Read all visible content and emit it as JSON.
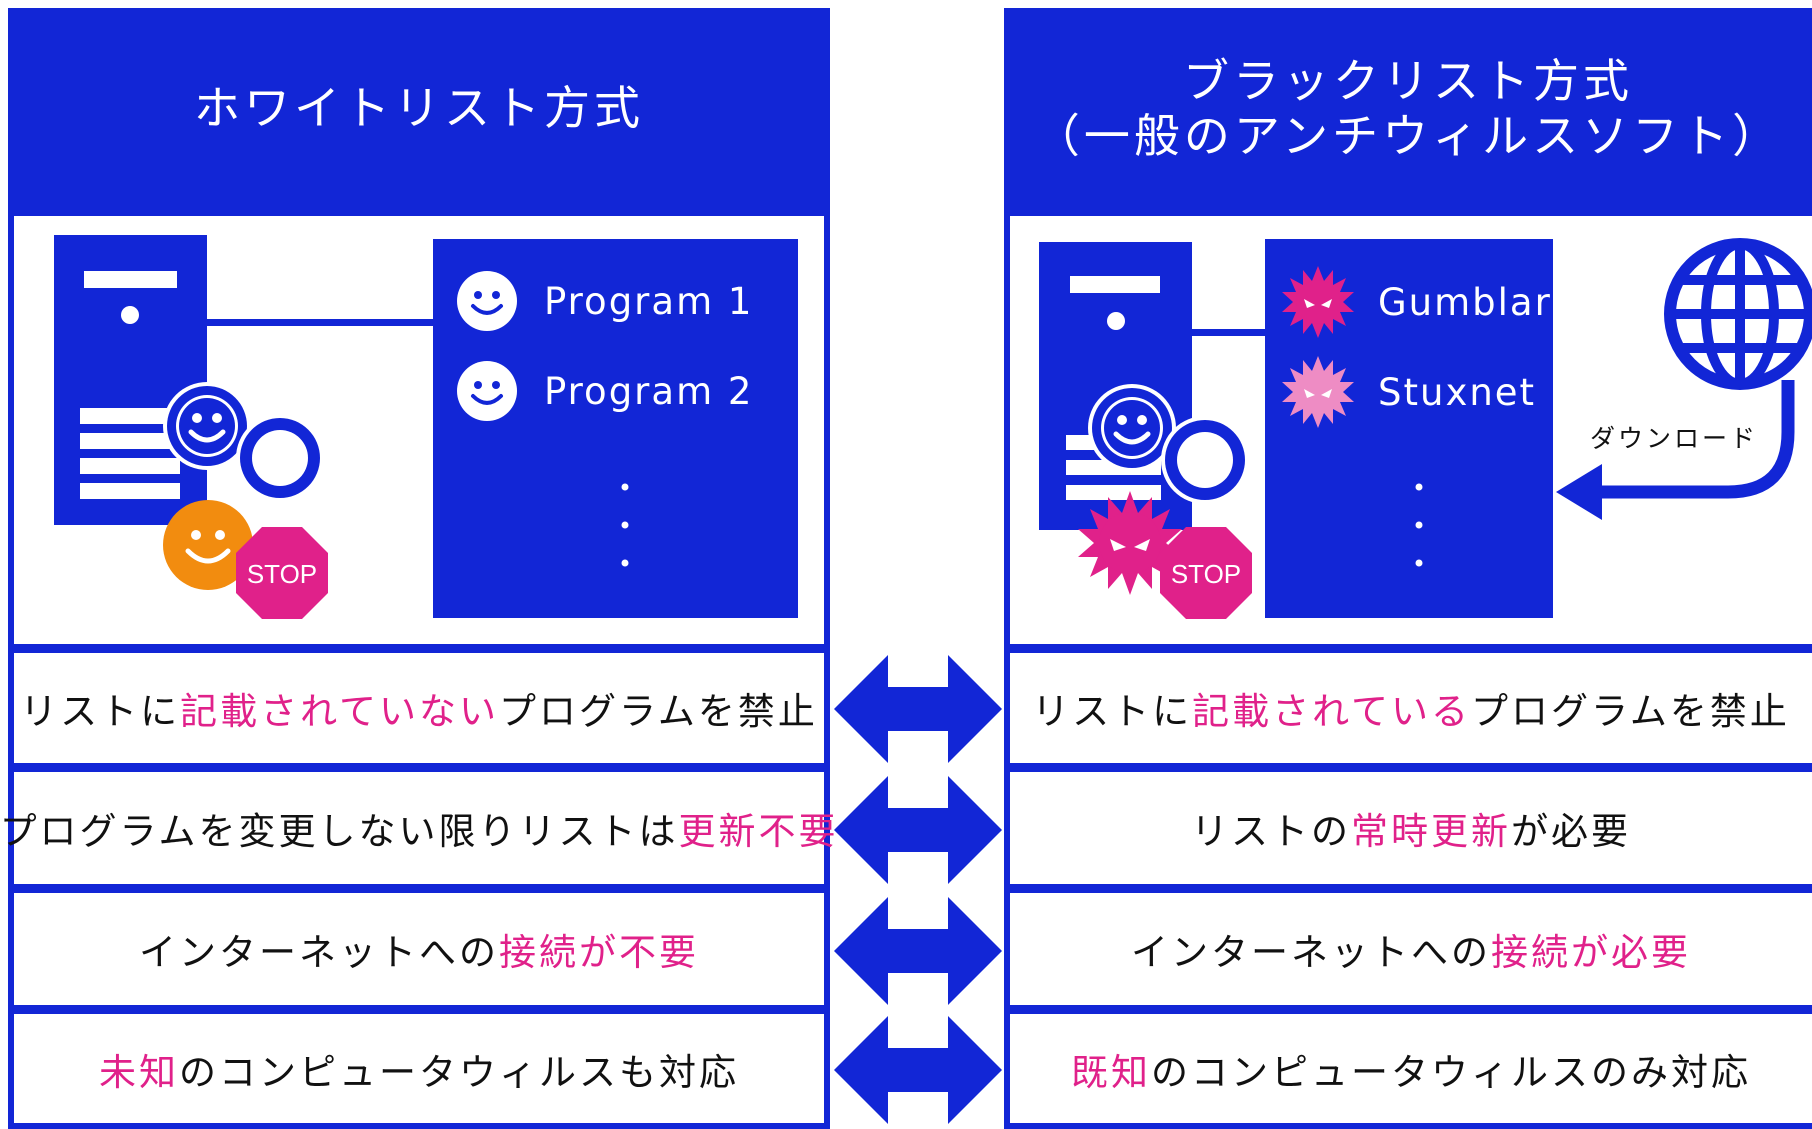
{
  "left": {
    "title": "ホワイトリスト方式",
    "programs": [
      "Program 1",
      "Program 2"
    ],
    "stop": "STOP",
    "rows": [
      {
        "pre": "リストに",
        "hl": "記載されていない",
        "post": "プログラムを禁止"
      },
      {
        "pre": "プログラムを変更しない限りリストは",
        "hl": "更新不要",
        "post": ""
      },
      {
        "pre": "インターネットへの",
        "hl": "接続が不要",
        "post": ""
      },
      {
        "pre": "",
        "hl": "未知",
        "post": "のコンピュータウィルスも対応"
      }
    ]
  },
  "right": {
    "title_line1": "ブラックリスト方式",
    "title_line2": "（一般のアンチウィルスソフト）",
    "programs": [
      "Gumblar",
      "Stuxnet"
    ],
    "stop": "STOP",
    "download": "ダウンロード",
    "rows": [
      {
        "pre": "リストに",
        "hl": "記載されている",
        "post": "プログラムを禁止"
      },
      {
        "pre": "リストの",
        "hl": "常時更新",
        "post": "が必要"
      },
      {
        "pre": "インターネットへの",
        "hl": "接続が必要",
        "post": ""
      },
      {
        "pre": "",
        "hl": "既知",
        "post": "のコンピュータウィルスのみ対応"
      }
    ]
  },
  "colors": {
    "primary": "#1226d6",
    "highlight": "#e0218a",
    "orange": "#f28c0f",
    "virus_light": "#ee8cc4"
  }
}
